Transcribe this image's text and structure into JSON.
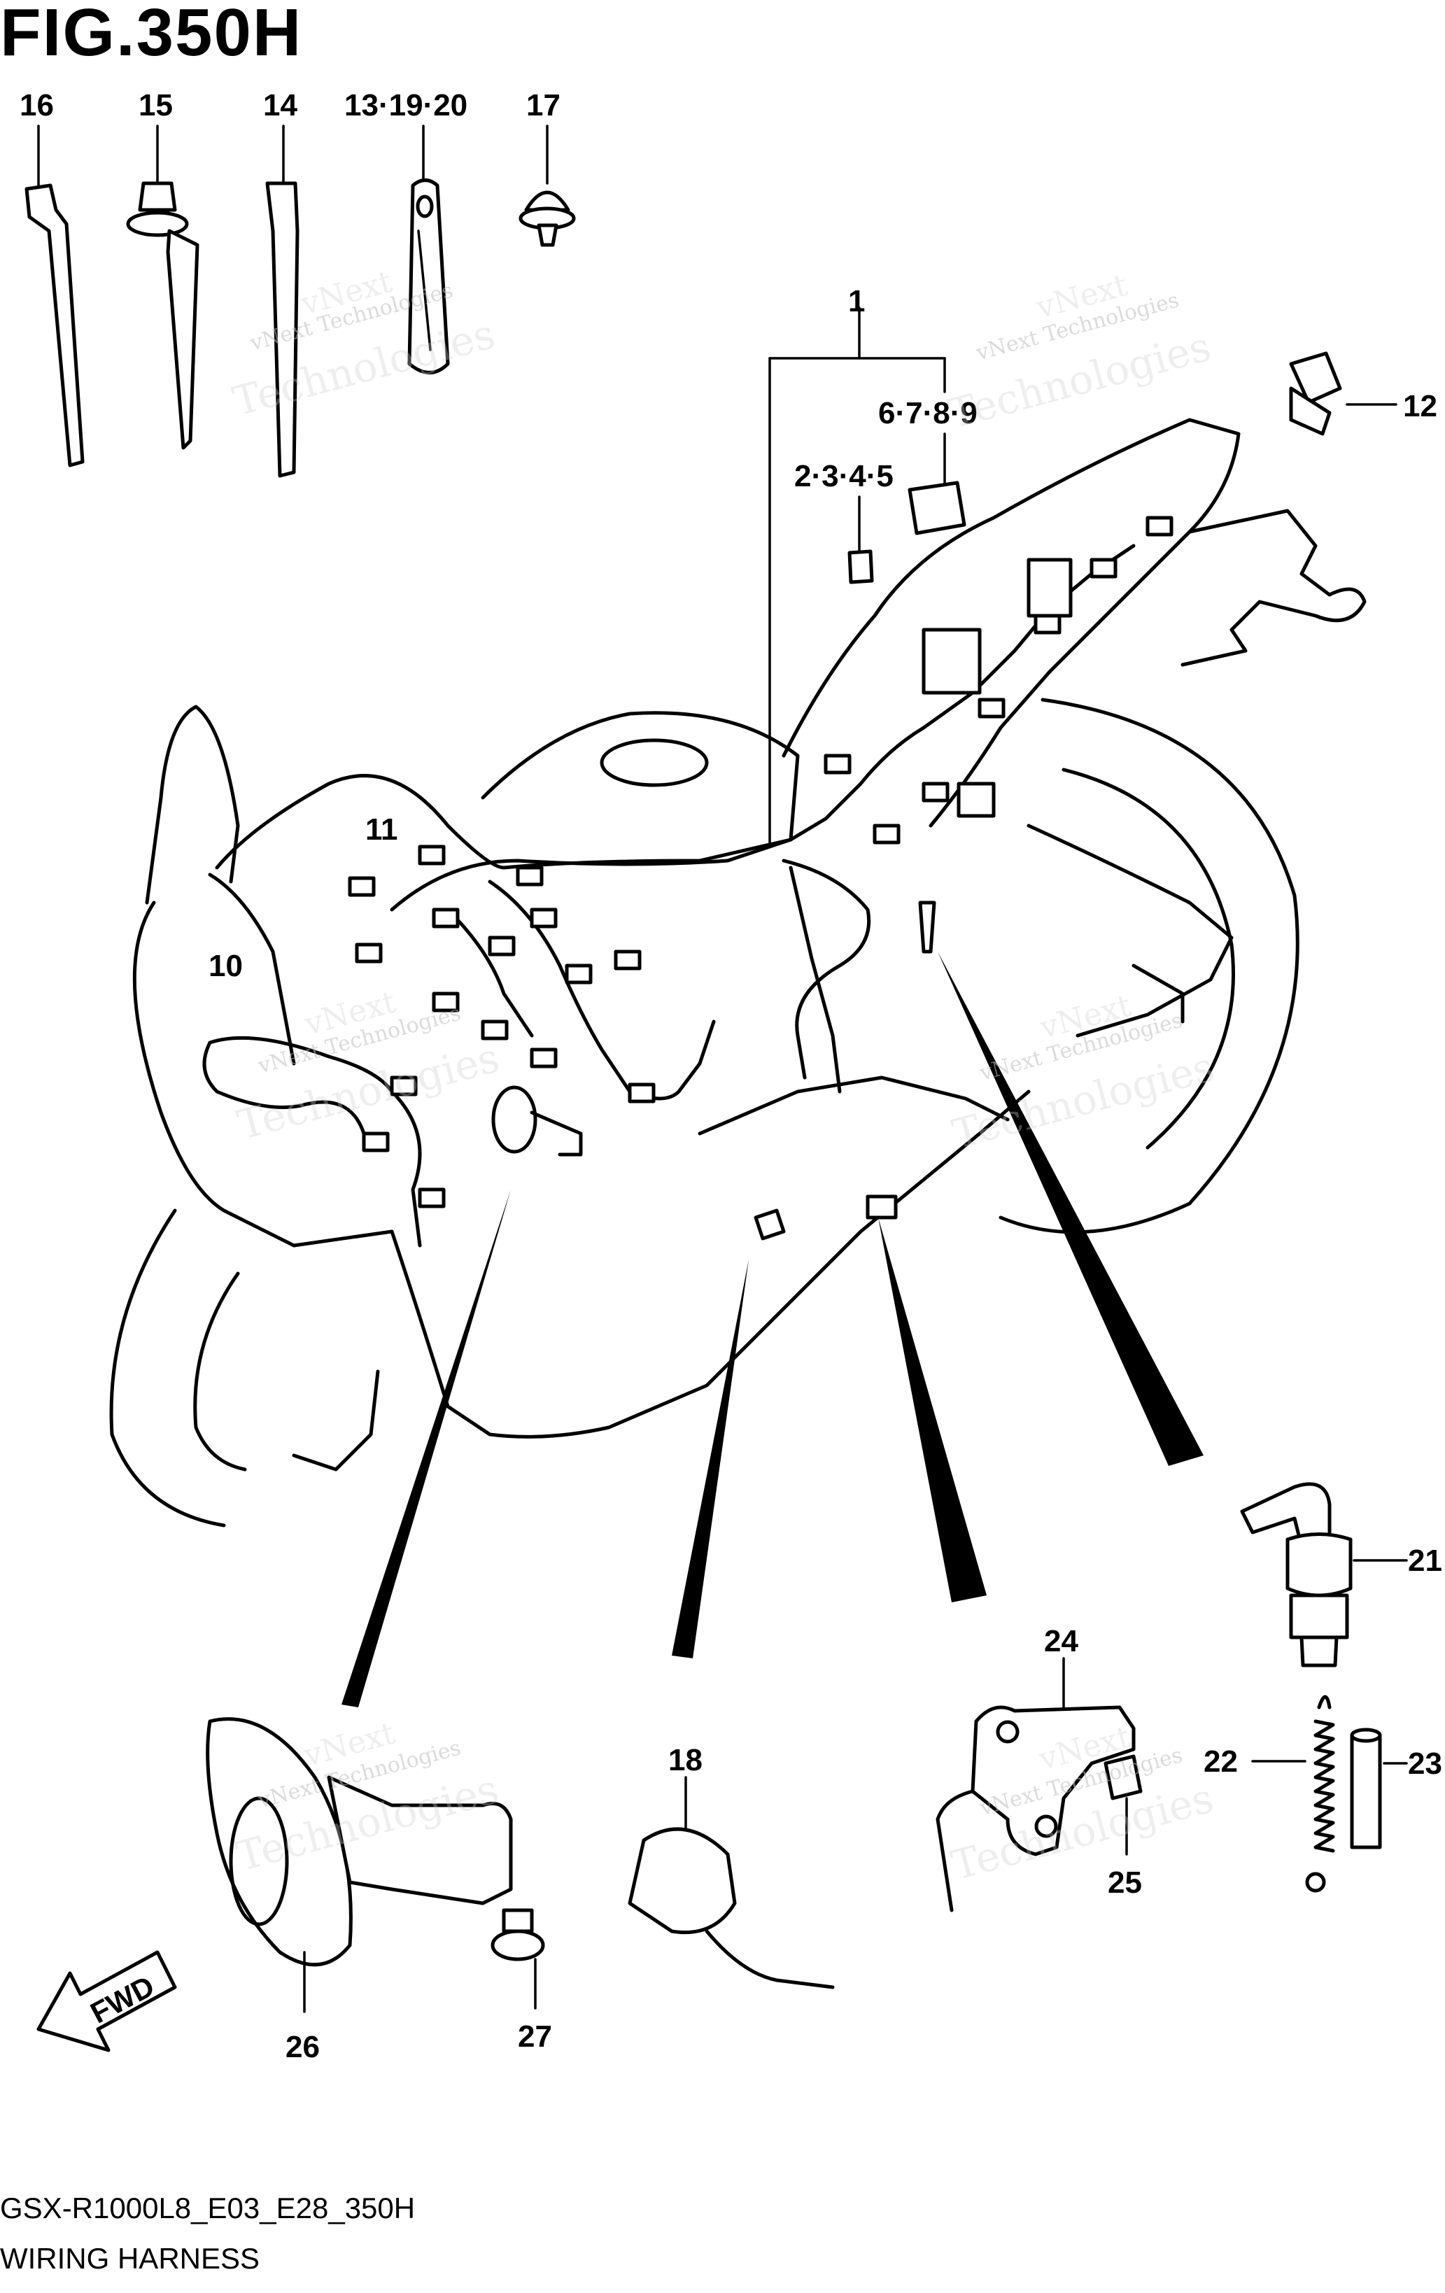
{
  "figure": {
    "title": "FIG.350H",
    "model_code": "GSX-R1000L8_E03_E28_350H",
    "subtitle": "WIRING HARNESS"
  },
  "callouts": [
    {
      "id": "c16",
      "text": "16"
    },
    {
      "id": "c15",
      "text": "15"
    },
    {
      "id": "c14",
      "text": "14"
    },
    {
      "id": "c13",
      "text": "13·19·20"
    },
    {
      "id": "c17",
      "text": "17"
    },
    {
      "id": "c1",
      "text": "1"
    },
    {
      "id": "c6789",
      "text": "6·7·8·9"
    },
    {
      "id": "c2345",
      "text": "2·3·4·5"
    },
    {
      "id": "c12",
      "text": "12"
    },
    {
      "id": "c11",
      "text": "11"
    },
    {
      "id": "c10",
      "text": "10"
    },
    {
      "id": "c21",
      "text": "21"
    },
    {
      "id": "c24",
      "text": "24"
    },
    {
      "id": "c18",
      "text": "18"
    },
    {
      "id": "c22",
      "text": "22"
    },
    {
      "id": "c23",
      "text": "23"
    },
    {
      "id": "c25",
      "text": "25"
    },
    {
      "id": "c26",
      "text": "26"
    },
    {
      "id": "c27",
      "text": "27"
    }
  ],
  "fwd_label": "FWD",
  "watermark": {
    "line1": "vNext Technologies",
    "line2a": "vNext",
    "line2b": "Technologies"
  }
}
